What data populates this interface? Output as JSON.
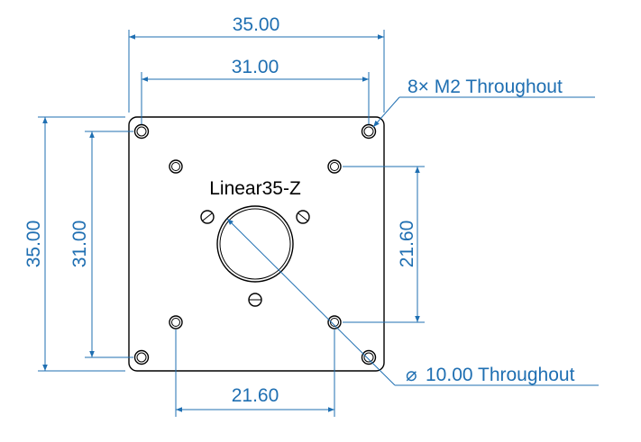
{
  "part_label": "Linear35-Z",
  "dimensions": {
    "top_outer": "35.00",
    "top_inner": "31.00",
    "left_outer": "35.00",
    "left_inner": "31.00",
    "right_hole_spacing": "21.60",
    "bottom_hole_spacing": "21.60"
  },
  "callouts": {
    "mount_holes": "8× M2 Throughout",
    "center_hole_symbol": "⌀",
    "center_hole": "10.00 Throughout"
  },
  "colors": {
    "dimension": "#1f6fb2",
    "outline": "#000000"
  }
}
